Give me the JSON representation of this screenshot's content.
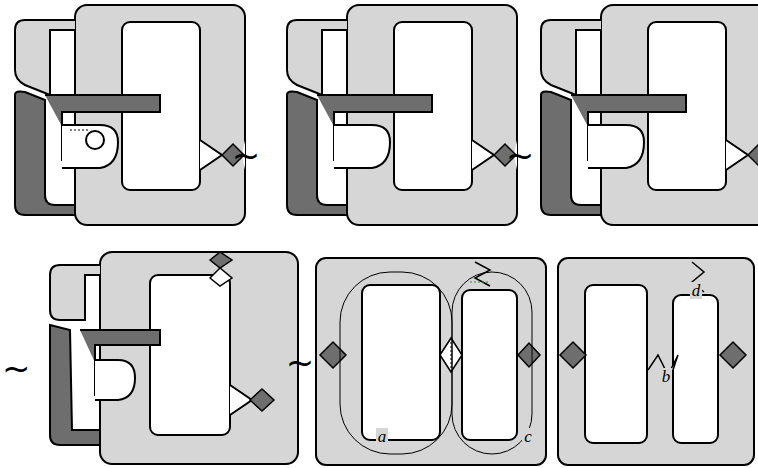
{
  "diagram": {
    "labels": [
      "~",
      "~",
      "~",
      "~",
      "a",
      "c",
      "d",
      "b"
    ]
  }
}
